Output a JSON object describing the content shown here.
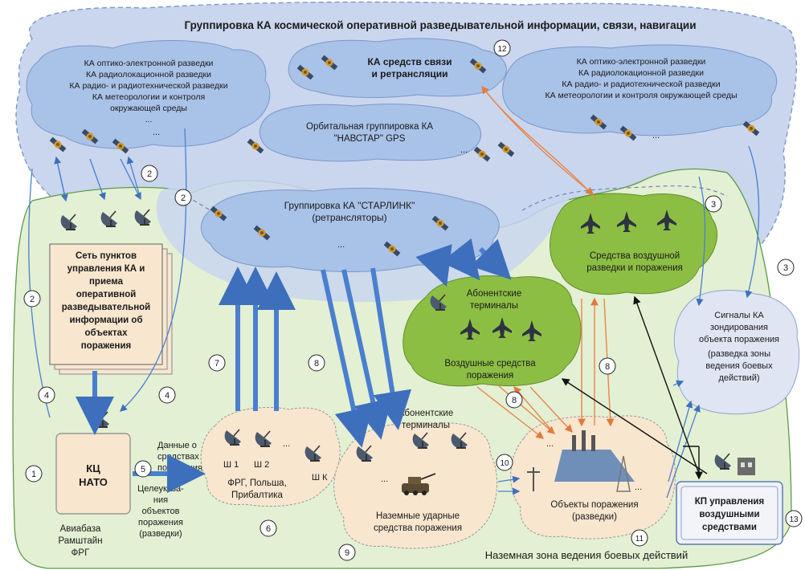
{
  "title": "Группировка КА космической оперативной разведывательной информации, связи, навигации",
  "clouds": {
    "left_recon": [
      "КА оптико-электронной разведки",
      "КА радиолокационной разведки",
      "КА радио- и радиотехнической разведки",
      "КА метеорологии и контроля",
      "окружающей среды",
      "..."
    ],
    "comm": [
      "КА средств связи",
      "и ретрансляции"
    ],
    "right_recon": [
      "КА оптико-электронной разведки",
      "КА радиолокационной разведки",
      "КА радио- и радиотехнической разведки",
      "КА метеорологии и контроля окружающей среды"
    ],
    "gps": [
      "Орбитальная группировка КА",
      "\"НАВСТАР\" GPS"
    ],
    "starlink": [
      "Группировка КА \"СТАРЛИНК\"",
      "(ретрансляторы)"
    ],
    "air_recon": [
      "Средства воздушной",
      "разведки и поражения"
    ],
    "air_strike_terminals": [
      "Абонентские",
      "терминалы"
    ],
    "air_strike": [
      "Воздушные средства",
      "поражения"
    ],
    "signals": [
      "Сигналы КА",
      "зондирования",
      "объекта поражения",
      "(разведка зоны",
      "ведения боевых",
      "действий)"
    ],
    "ground_stations": [
      "ФРГ, Польша,",
      "Прибалтика"
    ],
    "ground_strike": [
      "Наземные ударные",
      "средства поражения"
    ],
    "ground_terminals": [
      "Абонентские",
      "терминалы"
    ],
    "targets": [
      "Объекты поражения",
      "(разведки)"
    ]
  },
  "control_network": [
    "Сеть пунктов",
    "управления КА и",
    "приема",
    "оперативной",
    "разведывательной",
    "информации об",
    "объектах",
    "поражения"
  ],
  "kc": [
    "КЦ",
    "НАТО"
  ],
  "airbase": [
    "Авиабаза",
    "Рамштайн",
    "ФРГ"
  ],
  "arrow_labels": {
    "data": [
      "Данные о",
      "средствах",
      "поражения"
    ],
    "targeting": [
      "Целеуказа-",
      "ния",
      "объектов",
      "поражения",
      "(разведки)"
    ]
  },
  "station_labels": [
    "Ш 1",
    "Ш 2",
    "Ш К"
  ],
  "kp": [
    "КП управления",
    "воздушными",
    "средствами"
  ],
  "zone_label": "Наземная зона ведения боевых действий",
  "numbers": [
    "1",
    "2",
    "2",
    "2",
    "3",
    "3",
    "4",
    "4",
    "5",
    "6",
    "7",
    "8",
    "8",
    "8",
    "9",
    "10",
    "11",
    "12",
    "13"
  ],
  "ellipsis": "...",
  "colors": {
    "space_cloud": "#c9d6ee",
    "inner_cloud": "#a9c2e8",
    "ground_zone": "#e3f0d3",
    "green_cloud": "#8dbe44",
    "beige_cloud": "#f8e6cf",
    "light_cloud": "#dfe5f3",
    "blue_arrow": "#4a7fcf",
    "orange_arrow": "#e8854a"
  }
}
